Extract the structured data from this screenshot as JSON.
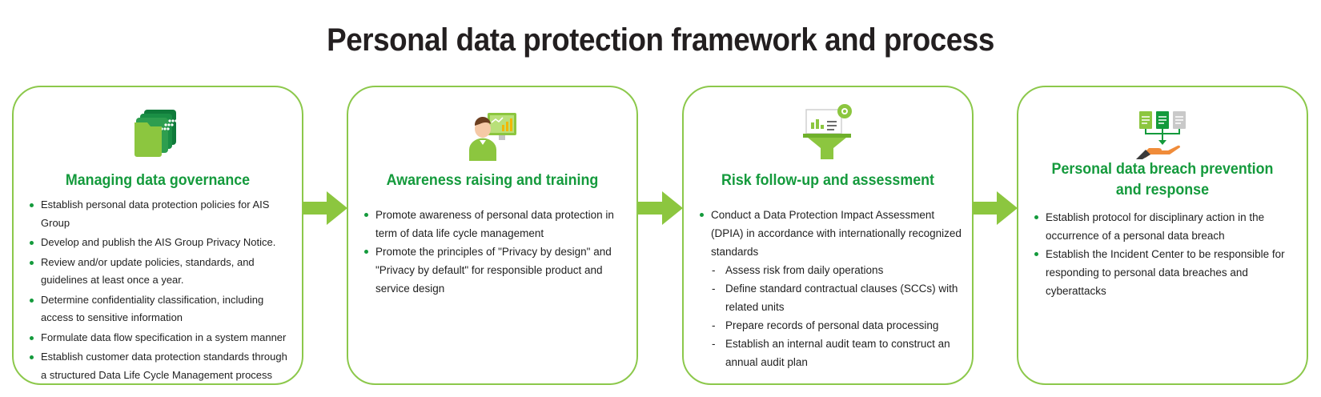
{
  "title": "Personal data protection framework and process",
  "colors": {
    "accent_green": "#149a3c",
    "border_green": "#8cc84b",
    "arrow_green": "#8cc63f"
  },
  "cards": [
    {
      "icon": "folder-stack-icon",
      "title": "Managing data governance",
      "items": [
        "Establish personal data protection policies for AIS Group",
        "Develop and publish the AIS Group Privacy Notice.",
        "Review and/or update policies, standards, and guidelines at least once a year.",
        "Determine confidentiality classification, including access to sensitive information",
        "Formulate data flow specification in a system manner",
        "Establish customer data protection standards through a structured Data Life Cycle Management process"
      ]
    },
    {
      "icon": "presenter-dashboard-icon",
      "title": "Awareness raising and training",
      "items": [
        "Promote awareness of personal data protection in term of data life cycle management",
        "Promote the principles of \"Privacy by design\" and \"Privacy by default\" for responsible product and service design"
      ]
    },
    {
      "icon": "funnel-report-icon",
      "title": "Risk follow-up and assessment",
      "items": [
        "Conduct a Data Protection Impact Assessment (DPIA) in accordance with internationally recognized standards"
      ],
      "subitems": [
        "Assess risk from daily operations",
        "Define standard contractual clauses (SCCs) with related units",
        "Prepare records of personal data processing",
        "Establish an internal audit team to construct an annual audit plan"
      ]
    },
    {
      "icon": "documents-hand-icon",
      "title_line1": "Personal data breach prevention",
      "title_line2": "and response",
      "items": [
        "Establish protocol for disciplinary action in the occurrence of a personal data breach",
        "Establish the Incident Center to be responsible for responding to personal data breaches and cyberattacks"
      ]
    }
  ]
}
